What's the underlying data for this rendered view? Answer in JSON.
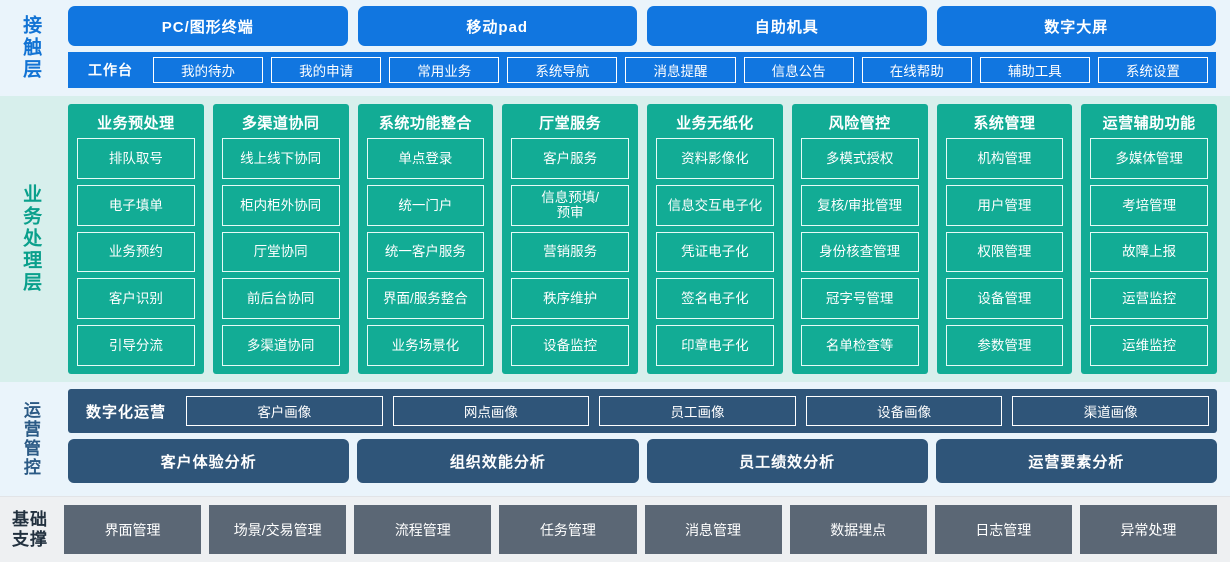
{
  "layers": {
    "contact": {
      "label": "接触层",
      "channels": [
        "PC/图形终端",
        "移动pad",
        "自助机具",
        "数字大屏"
      ],
      "workbench_label": "工作台",
      "workbench_items": [
        "我的待办",
        "我的申请",
        "常用业务",
        "系统导航",
        "消息提醒",
        "信息公告",
        "在线帮助",
        "辅助工具",
        "系统设置"
      ]
    },
    "business": {
      "label": "业务处理层",
      "columns": [
        {
          "title": "业务预处理",
          "items": [
            "排队取号",
            "电子填单",
            "业务预约",
            "客户识别",
            "引导分流"
          ]
        },
        {
          "title": "多渠道协同",
          "items": [
            "线上线下协同",
            "柜内柜外协同",
            "厅堂协同",
            "前后台协同",
            "多渠道协同"
          ]
        },
        {
          "title": "系统功能整合",
          "items": [
            "单点登录",
            "统一门户",
            "统一客户服务",
            "界面/服务整合",
            "业务场景化"
          ]
        },
        {
          "title": "厅堂服务",
          "items": [
            "客户服务",
            "信息预填/\n预审",
            "营销服务",
            "秩序维护",
            "设备监控"
          ]
        },
        {
          "title": "业务无纸化",
          "items": [
            "资料影像化",
            "信息交互电子化",
            "凭证电子化",
            "签名电子化",
            "印章电子化"
          ]
        },
        {
          "title": "风险管控",
          "items": [
            "多模式授权",
            "复核/审批管理",
            "身份核查管理",
            "冠字号管理",
            "名单检查等"
          ]
        },
        {
          "title": "系统管理",
          "items": [
            "机构管理",
            "用户管理",
            "权限管理",
            "设备管理",
            "参数管理"
          ]
        },
        {
          "title": "运营辅助功能",
          "items": [
            "多媒体管理",
            "考培管理",
            "故障上报",
            "运营监控",
            "运维监控"
          ]
        }
      ]
    },
    "operations": {
      "label": "运营管控",
      "digital_label": "数字化运营",
      "portraits": [
        "客户画像",
        "网点画像",
        "员工画像",
        "设备画像",
        "渠道画像"
      ],
      "analyses": [
        "客户体验分析",
        "组织效能分析",
        "员工绩效分析",
        "运营要素分析"
      ]
    },
    "base": {
      "label_line1": "基础",
      "label_line2": "支撑",
      "items": [
        "界面管理",
        "场景/交易管理",
        "流程管理",
        "任务管理",
        "消息管理",
        "数据埋点",
        "日志管理",
        "异常处理"
      ]
    }
  },
  "colors": {
    "contact_bg": "#eaf4fb",
    "contact_blue": "#1176e0",
    "business_bg": "#d7efec",
    "business_teal": "#12ac95",
    "ops_navy": "#2f5579",
    "base_bg": "#eef0f2",
    "base_slate": "#5b6775"
  }
}
